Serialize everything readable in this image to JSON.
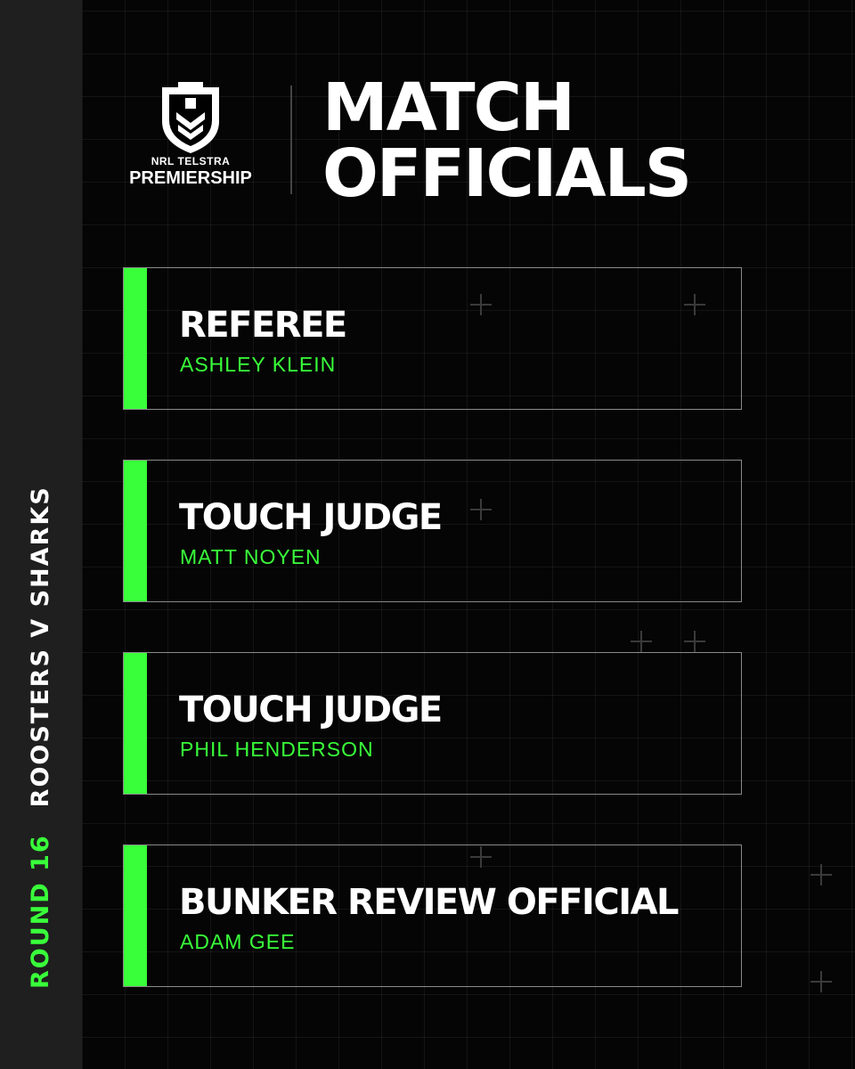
{
  "sidebar": {
    "round": "ROUND 16",
    "match": "ROOSTERS V SHARKS"
  },
  "logo": {
    "line1": "NRL TELSTRA",
    "line2": "PREMIERSHIP"
  },
  "header": {
    "title_line1": "MATCH",
    "title_line2": "OFFICIALS"
  },
  "officials": [
    {
      "role": "REFEREE",
      "name": "ASHLEY KLEIN"
    },
    {
      "role": "TOUCH JUDGE",
      "name": "MATT NOYEN"
    },
    {
      "role": "TOUCH JUDGE",
      "name": "PHIL HENDERSON"
    },
    {
      "role": "BUNKER REVIEW OFFICIAL",
      "name": "ADAM GEE"
    }
  ],
  "colors": {
    "accent": "#39ff3a",
    "background": "#000000",
    "sidebar": "#1f1f1f",
    "text": "#ffffff"
  }
}
